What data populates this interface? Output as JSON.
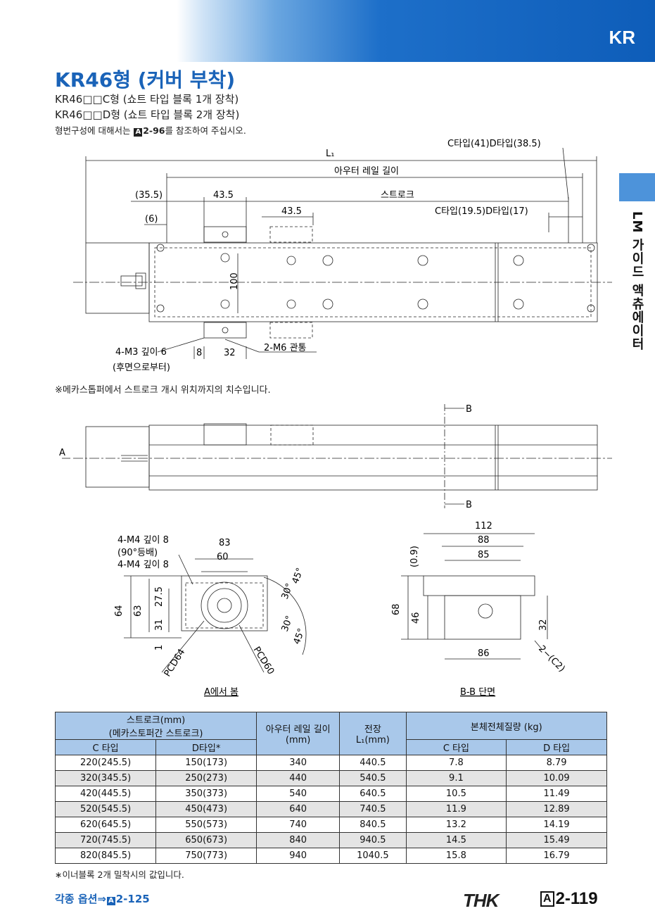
{
  "header": {
    "badge": "KR"
  },
  "title": "KR46형 (커버 부착)",
  "subtitles": [
    "KR46□□C형 (쇼트 타입 블록 1개 장착)",
    "KR46□□D형 (쇼트 타입 블록 2개 장착)"
  ],
  "note": {
    "pre": "형번구성에 대해서는 ",
    "ref_letter": "A",
    "ref": "2-96",
    "post": "를 참조하여 주십시오."
  },
  "sidebar": {
    "label": "LM 가이드 액츄에이터"
  },
  "drawing1": {
    "l1": "L₁",
    "rail_length": "아우터 레일 길이",
    "stroke": "스트로크",
    "dim_355": "(35.5)",
    "dim_435a": "43.5",
    "dim_435b": "43.5",
    "dim_6": "(6)",
    "c_type_a": "C타입(41)D타입(38.5)",
    "c_type_b": "C타입(19.5)D타입(17)",
    "dim_100": "100",
    "m3": "4-M3 깊이 6",
    "m3_sub": "(후면으로부터)",
    "dim_8": "8",
    "dim_32": "32",
    "m6": "2-M6 관통"
  },
  "stroke_note": "※메카스톱퍼에서 스트로크 개시 위치까지의 치수입니다.",
  "drawing2": {
    "b_top": "B",
    "b_bottom": "B",
    "a_label": "A"
  },
  "drawing3": {
    "m4a": "4-M4 깊이 8",
    "m4a_sub": "(90°등배)",
    "m4b": "4-M4 깊이 8",
    "d83": "83",
    "d60": "60",
    "d64": "64",
    "d63": "63",
    "d275": "27.5",
    "d31": "31",
    "d1": "1",
    "a30a": "30°",
    "a45a": "45°",
    "a30b": "30°",
    "a45b": "45°",
    "pcd64": "PCD64",
    "pcd60": "PCD60",
    "caption": "A에서 봄"
  },
  "drawing4": {
    "d112": "112",
    "d88": "88",
    "d85": "85",
    "d09": "(0.9)",
    "d68": "68",
    "d46": "46",
    "d32": "32",
    "d86": "86",
    "c2": "2−(C2)",
    "caption": "B-B 단면"
  },
  "table": {
    "h_stroke": "스트로크(mm)",
    "h_stroke_sub": "(메카스토퍼간 스트로크)",
    "h_rail": "아우터 레일 길이",
    "h_rail_unit": "(mm)",
    "h_total": "전장",
    "h_total_unit": "L₁(mm)",
    "h_mass": "본체전체질량 (kg)",
    "h_c": "C 타입",
    "h_d": "D타입*",
    "h_mc": "C 타입",
    "h_md": "D 타입",
    "rows": [
      [
        "220(245.5)",
        "150(173)",
        "340",
        "440.5",
        "7.8",
        "8.79"
      ],
      [
        "320(345.5)",
        "250(273)",
        "440",
        "540.5",
        "9.1",
        "10.09"
      ],
      [
        "420(445.5)",
        "350(373)",
        "540",
        "640.5",
        "10.5",
        "11.49"
      ],
      [
        "520(545.5)",
        "450(473)",
        "640",
        "740.5",
        "11.9",
        "12.89"
      ],
      [
        "620(645.5)",
        "550(573)",
        "740",
        "840.5",
        "13.2",
        "14.19"
      ],
      [
        "720(745.5)",
        "650(673)",
        "840",
        "940.5",
        "14.5",
        "15.49"
      ],
      [
        "820(845.5)",
        "750(773)",
        "940",
        "1040.5",
        "15.8",
        "16.79"
      ]
    ]
  },
  "footnote": "∗이너블록 2개 밀착시의 값입니다.",
  "options": {
    "label": "각종 옵션⇒",
    "ref_letter": "A",
    "ref": "2-125"
  },
  "brand": "THK",
  "page": {
    "letter": "A",
    "number": "2-119"
  }
}
